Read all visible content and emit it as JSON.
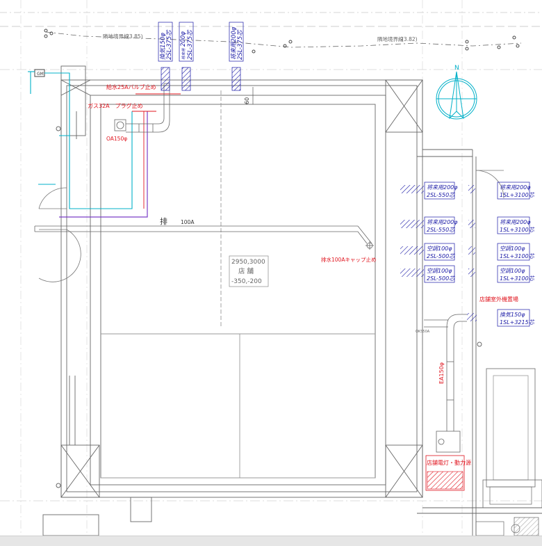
{
  "boundary": {
    "left_label": "隣地境界線",
    "left_value": "(3.85)",
    "right_label": "隣地境界線",
    "right_value": "(3.82)"
  },
  "north": {
    "label": "N"
  },
  "gm": {
    "label": "GM"
  },
  "top_vertical": [
    {
      "line1": "換気150φ",
      "line2": "2SL-375芯"
    },
    {
      "line1": "将来用",
      "line2": "200φ",
      "line3": "2SL-375芯"
    },
    {
      "line1": "将来用200φ",
      "line2": "2SL-375芯"
    }
  ],
  "dim_60": "60",
  "water": {
    "label": "給水25Aバルブ止め"
  },
  "gas": {
    "label": "ガス32A　プラグ止め"
  },
  "oa": {
    "label": "OA150φ"
  },
  "drain": {
    "kanji": "排",
    "size": "100A",
    "cap": "排水100Aキャップ止め"
  },
  "shop": {
    "line1": "2950,3000",
    "line2": "店 舗",
    "line3": "-350,-200"
  },
  "left_stack": [
    {
      "line1": "将来用200φ",
      "line2": "2SL-550芯"
    },
    {
      "line1": "将来用200φ",
      "line2": "2SL-550芯"
    },
    {
      "line1": "空調100φ",
      "line2": "2SL-500芯"
    },
    {
      "line1": "空調100φ",
      "line2": "2SL-500芯"
    }
  ],
  "right_stack": [
    {
      "line1": "将来用200φ",
      "line2": "1SL+3100芯"
    },
    {
      "line1": "将来用200φ",
      "line2": "1SL+3100芯"
    },
    {
      "line1": "空調100φ",
      "line2": "1SL+3100芯"
    },
    {
      "line1": "空調100φ",
      "line2": "1SL+3100芯"
    }
  ],
  "outdoor_unit": {
    "label": "店舗室外機置場"
  },
  "exhaust": {
    "line1": "換気150φ",
    "line2": "1SL+3215芯"
  },
  "ea": {
    "label": "EA150φ"
  },
  "small_label": "OKS50A",
  "power": {
    "label": "店舗電灯・動力源"
  },
  "colors": {
    "cyan": "#00b0c8",
    "purple": "#7a3cc8",
    "red": "#e0141e",
    "blue": "#1a1aa6"
  }
}
